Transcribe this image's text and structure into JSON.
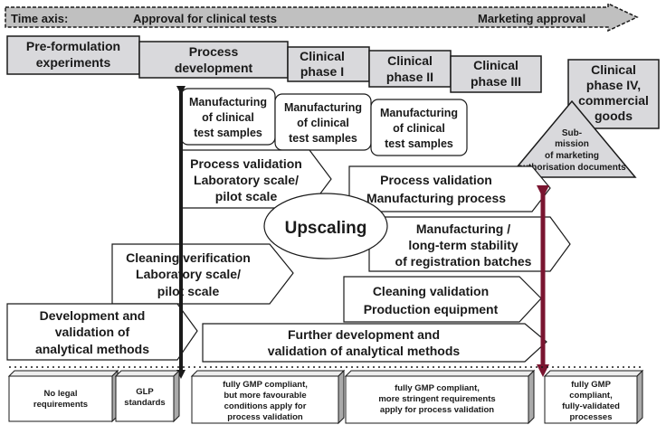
{
  "timeline": {
    "label": "Time axis:",
    "milestone_left": "Approval for clinical tests",
    "milestone_right": "Marketing approval"
  },
  "phases": [
    {
      "id": "pre-formulation",
      "lines": [
        "Pre-formulation",
        "experiments"
      ]
    },
    {
      "id": "process-development",
      "lines": [
        "Process",
        "development"
      ]
    },
    {
      "id": "clinical-phase-1",
      "lines": [
        "Clinical",
        "phase I"
      ]
    },
    {
      "id": "clinical-phase-2",
      "lines": [
        "Clinical",
        "phase II"
      ]
    },
    {
      "id": "clinical-phase-3",
      "lines": [
        "Clinical",
        "phase III"
      ]
    },
    {
      "id": "clinical-phase-4",
      "lines": [
        "Clinical",
        "phase IV,",
        "commercial",
        "goods"
      ]
    }
  ],
  "sample_boxes": [
    {
      "id": "samples-1",
      "lines": [
        "Manufacturing",
        "of clinical",
        "test samples"
      ]
    },
    {
      "id": "samples-2",
      "lines": [
        "Manufacturing",
        "of clinical",
        "test samples"
      ]
    },
    {
      "id": "samples-3",
      "lines": [
        "Manufacturing",
        "of clinical",
        "test samples"
      ]
    }
  ],
  "submission": {
    "lines": [
      "Sub-",
      "mission",
      "of marketing",
      "authorisation documents"
    ]
  },
  "activities": [
    {
      "id": "process-validation-lab",
      "lines": [
        "Process validation",
        "Laboratory scale/",
        "pilot scale"
      ]
    },
    {
      "id": "process-validation-manufacturing",
      "lines": [
        "Process validation",
        "Manufacturing process"
      ]
    },
    {
      "id": "upscaling",
      "lines": [
        "Upscaling"
      ]
    },
    {
      "id": "registration-batches",
      "lines": [
        "Manufacturing /",
        "long-term stability",
        "of registration batches"
      ]
    },
    {
      "id": "cleaning-verification",
      "lines": [
        "Cleaning verification",
        "Laboratory scale/",
        "pilot scale"
      ]
    },
    {
      "id": "cleaning-validation",
      "lines": [
        "Cleaning validation",
        "Production equipment"
      ]
    },
    {
      "id": "analytical-methods",
      "lines": [
        "Development and",
        "validation of",
        "analytical methods"
      ]
    },
    {
      "id": "further-development",
      "lines": [
        "Further development and",
        "validation of analytical methods"
      ]
    }
  ],
  "requirements": [
    {
      "id": "no-legal",
      "lines": [
        "No legal",
        "requirements"
      ]
    },
    {
      "id": "glp",
      "lines": [
        "GLP",
        "standards"
      ]
    },
    {
      "id": "gmp-favourable",
      "lines": [
        "fully GMP compliant,",
        "but more favourable",
        "conditions apply for",
        "process validation"
      ]
    },
    {
      "id": "gmp-stringent",
      "lines": [
        "fully GMP compliant,",
        "more stringent requirements",
        "apply for process validation"
      ]
    },
    {
      "id": "gmp-validated",
      "lines": [
        "fully GMP",
        "compliant,",
        "fully-validated",
        "processes"
      ]
    }
  ],
  "colors": {
    "phase_fill": "#d9d9dc",
    "timeline_fill": "#c0c0c0",
    "validation_arrow": "#7a1530",
    "line": "#1a1a1a"
  }
}
